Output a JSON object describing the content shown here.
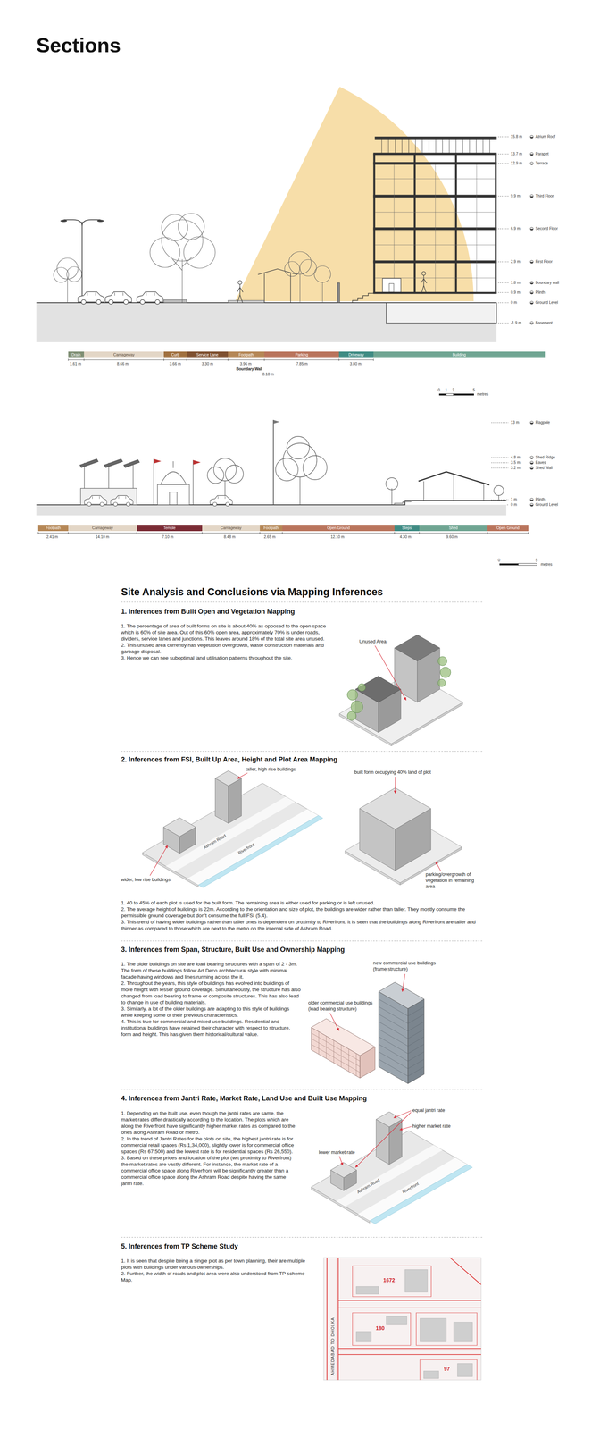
{
  "diagram": {
    "title": "Sections",
    "nodes": [
      {
        "text": [
          "Drain"
        ]
      },
      {
        "text": [
          "Carriageway"
        ]
      },
      {
        "text": [
          "Curb"
        ]
      },
      {
        "text": [
          "Service Lane"
        ]
      },
      {
        "text": [
          "Footpath"
        ]
      },
      {
        "text": [
          "Parking"
        ]
      },
      {
        "text": [
          "Driveway"
        ]
      },
      {
        "text": [
          "Building"
        ]
      },
      {
        "text": [
          "Footpath"
        ]
      },
      {
        "text": [
          "Carriageway"
        ]
      },
      {
        "text": [
          "Temple"
        ]
      },
      {
        "text": [
          "Carriageway"
        ]
      },
      {
        "text": [
          "Footpath"
        ]
      },
      {
        "text": [
          "Open Ground"
        ]
      },
      {
        "text": [
          "Steps"
        ]
      },
      {
        "text": [
          "Shed"
        ]
      },
      {
        "text": [
          "Open Ground"
        ]
      }
    ],
    "labels": [
      "15.8 m",
      "Atrium Roof",
      "13.7 m",
      "Parapet",
      "12.9 m",
      "Terrace",
      "9.9 m",
      "Third Floor",
      "6.9 m",
      "Second Floor",
      "2.9 m",
      "First Floor",
      "1.8 m",
      "Boundary wall",
      "0.9 m",
      "Plinth",
      "0 m",
      "Ground Level",
      "-1.9 m",
      "Basement",
      "1.61 m",
      "8.66 m",
      "3.66 m",
      "3.30 m",
      "3.96 m",
      "Boundary Wall",
      "7.85 m",
      "3.80 m",
      "8.18 m",
      "0",
      "1",
      "2",
      "5",
      "metres",
      "13 m",
      "Flagpole",
      "4.8 m",
      "Shed Ridge",
      "3.5 m",
      "Eaves",
      "3.2 m",
      "Shed Wall",
      "1 m",
      "Plinth",
      "0 m",
      "Ground Level",
      "2.41 m",
      "14.10 m",
      "7.10 m",
      "8.48 m",
      "2.65 m",
      "12.10 m",
      "4.30 m",
      "9.60 m",
      "0",
      "5",
      "metres",
      "Site Analysis and Conclusions via Mapping Inferences",
      "1. Inferences from Built Open and Vegetation Mapping",
      "1. The percentage of area of built forms on site is about 40% as opposed to the open space which is 60% of site area. Out of this 60% open area, approximately 70% is under roads, dividers, service lanes and junctions. This leaves around 18% of the total site area unused.",
      "2. This unused area currently has vegetation overgrowth, waste construction materials and garbage disposal.",
      "3. Hence we can see suboptimal land utilisation patterns throughout the site.",
      "Unused Area",
      "2. Inferences from FSI, Built Up Area, Height and Plot Area Mapping",
      "taller, high rise buildings",
      "wider, low rise buildings",
      "Ashram Road",
      "Riverfront",
      "built form occupying 40% land of plot",
      "parking/overgrowth of vegetation in remaining area",
      "1. 40 to 45% of each plot is used for the built form. The remaining area is either used for parking or is left unused.",
      "2. The average height of buildings is 22m. According to the orientation and size of plot, the buildings are wider rather than taller. They mostly consume the permissible ground coverage but don't consume the full FSI (5.4).",
      "3. This trend of having wider buildings rather than taller ones is dependent on proximity to Riverfront. It is seen that the buildings along Riverfront are taller and thinner as compared to those which are next to the metro on the internal side of Ashram Road.",
      "3. Inferences from Span, Structure, Built Use and Ownership Mapping",
      "1. The older buildings on site are load bearing structures with a span of 2 - 3m. The form of these buildings follow Art Deco architectural style with minimal facade having windows and lines running across the it.",
      "2. Throughout the years, this style of buildings has evolved into buildings of more height with lesser ground coverage. Simultaneously, the structure has also changed from load bearing to frame or composite structures. This has also lead to change in use of building materials.",
      "3. Similarly, a lot of the older buildings are adapting to this style of buildings while keeping some of their previous characteristics.",
      "4. This is true for commercial and mixed use buildings. Residential and institutional buildings have retained their character with respect to structure, form and height. This has given them historical/cultural value.",
      "older commercial use buildings (load bearing structure)",
      "new commercial use buildings (frame structure)",
      "4. Inferences from Jantri Rate, Market Rate, Land Use and Built Use Mapping",
      "1. Depending on the built use, even though the jantri rates are same, the market rates differ drastically according to the location. The plots which are along the Riverfront have significantly higher market rates as compared to the ones along Ashram Road or metro.",
      "2. In the trend of Jantri Rates for the plots on site, the highest jantri rate is for commercial retail spaces (Rs 1,34,000), slightly lower is for commercial office spaces (Rs 67,500) and the lowest rate is for residential spaces (Rs 26,550).",
      "3. Based on these prices and location of the plot (wrt proximity to Riverfront) the market rates are vastly different. For instance, the market rate of a commercial office space along Riverfront will be significantly greater than a commercial office space along the Ashram Road despite having the same jantri rate.",
      "lower market rate",
      "equal jantri rate",
      "higher market rate",
      "Ashram Road",
      "Riverfront",
      "5. Inferences from TP Scheme Study",
      "1. It is seen that despite being a single plot as per town planning, their are multiple plots with buildings under various ownerships.",
      "2. Further, the width of roads and plot area were also understood from TP scheme Map.",
      "1672",
      "180",
      "97",
      "AHMEDABAD TO DHOLKA"
    ]
  }
}
